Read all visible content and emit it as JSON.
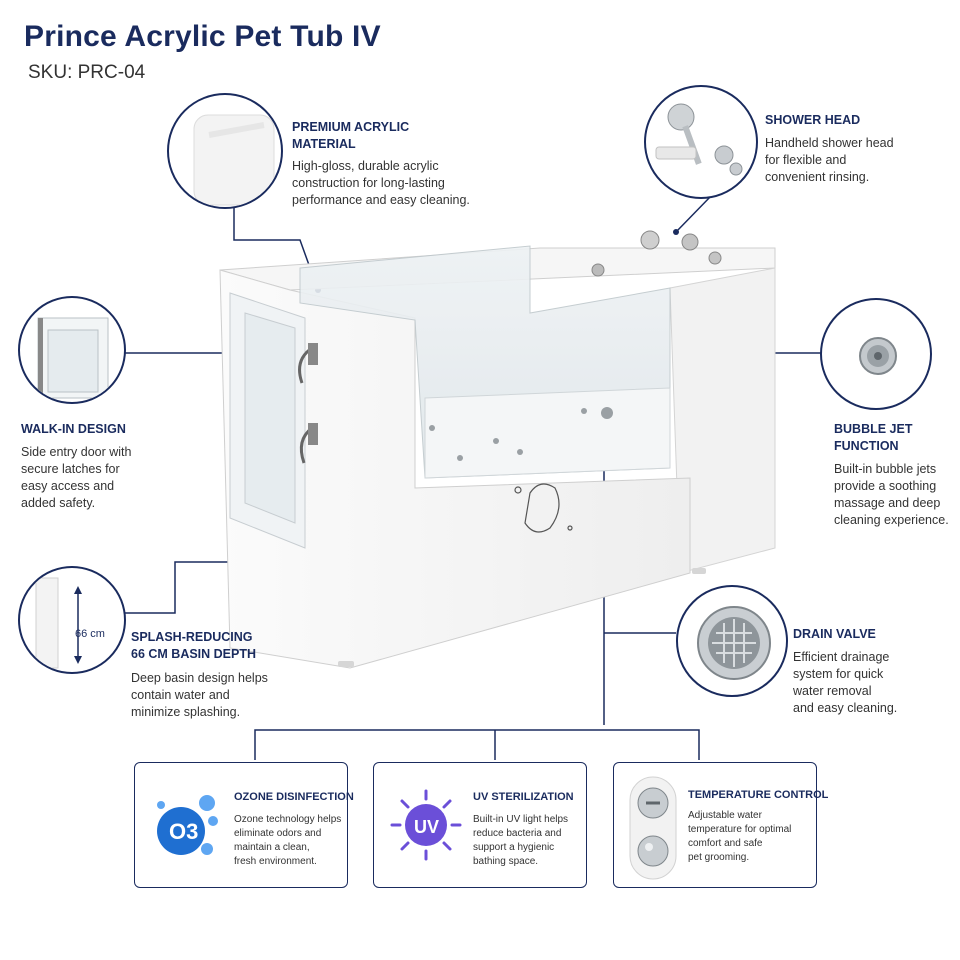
{
  "header": {
    "title": "Prince Acrylic Pet Tub IV",
    "sku": "SKU: PRC-04"
  },
  "features": {
    "premium_acrylic": {
      "title": "PREMIUM ACRYLIC\nMATERIAL",
      "desc": "High-gloss, durable acrylic\nconstruction for long-lasting\nperformance and easy cleaning."
    },
    "shower_head": {
      "title": "SHOWER HEAD",
      "desc": "Handheld shower head\nfor flexible and\nconvenient rinsing."
    },
    "walk_in": {
      "title": "WALK-IN DESIGN",
      "desc": "Side entry door with\nsecure latches for\neasy access and\nadded safety."
    },
    "bubble_jet": {
      "title": "BUBBLE JET\nFUNCTION",
      "desc": "Built-in bubble jets\nprovide a soothing\nmassage and deep\ncleaning experience."
    },
    "basin_depth": {
      "title": "SPLASH-REDUCING\n66 CM BASIN DEPTH",
      "desc": "Deep basin design helps\ncontain water and\nminimize splashing.",
      "dimension": "66 cm"
    },
    "drain_valve": {
      "title": "DRAIN VALVE",
      "desc": "Efficient drainage\nsystem for quick\nwater removal\nand easy cleaning."
    }
  },
  "cards": [
    {
      "title": "OZONE DISINFECTION",
      "desc": "Ozone technology helps\neliminate odors and\nmaintain a clean,\nfresh environment.",
      "icon": "ozone-icon",
      "icon_text": "O3"
    },
    {
      "title": "UV STERILIZATION",
      "desc": "Built-in UV light helps\nreduce bacteria and\nsupport a hygienic\nbathing space.",
      "icon": "uv-icon",
      "icon_text": "UV"
    },
    {
      "title": "TEMPERATURE CONTROL",
      "desc": "Adjustable water\ntemperature for optimal\ncomfort and safe\npet grooming.",
      "icon": "temperature-knob-icon"
    }
  ],
  "colors": {
    "navy": "#1a2b5e",
    "ozone_blue": "#1f6fd1",
    "uv_purple": "#6b4fd8"
  }
}
